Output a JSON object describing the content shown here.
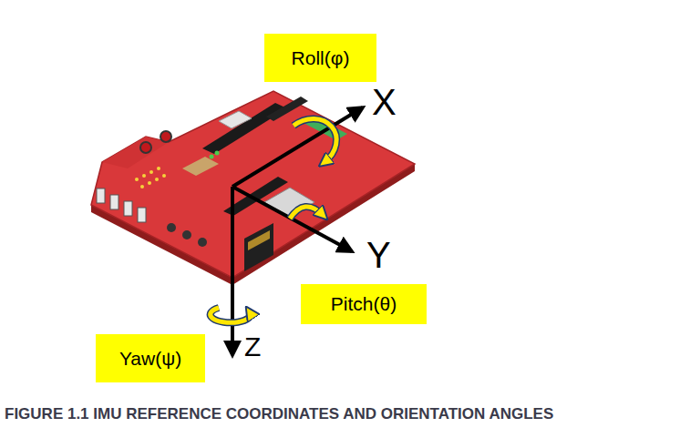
{
  "diagram": {
    "caption": "FIGURE 1.1 IMU REFERENCE COORDINATES AND ORIENTATION ANGLES",
    "nodes": [
      {
        "text": [
          "Roll(φ)"
        ]
      },
      {
        "text": [
          "Pitch(θ)"
        ]
      },
      {
        "text": [
          "Yaw(ψ)"
        ]
      }
    ],
    "labels": [
      "X",
      "Y",
      "Z"
    ]
  }
}
